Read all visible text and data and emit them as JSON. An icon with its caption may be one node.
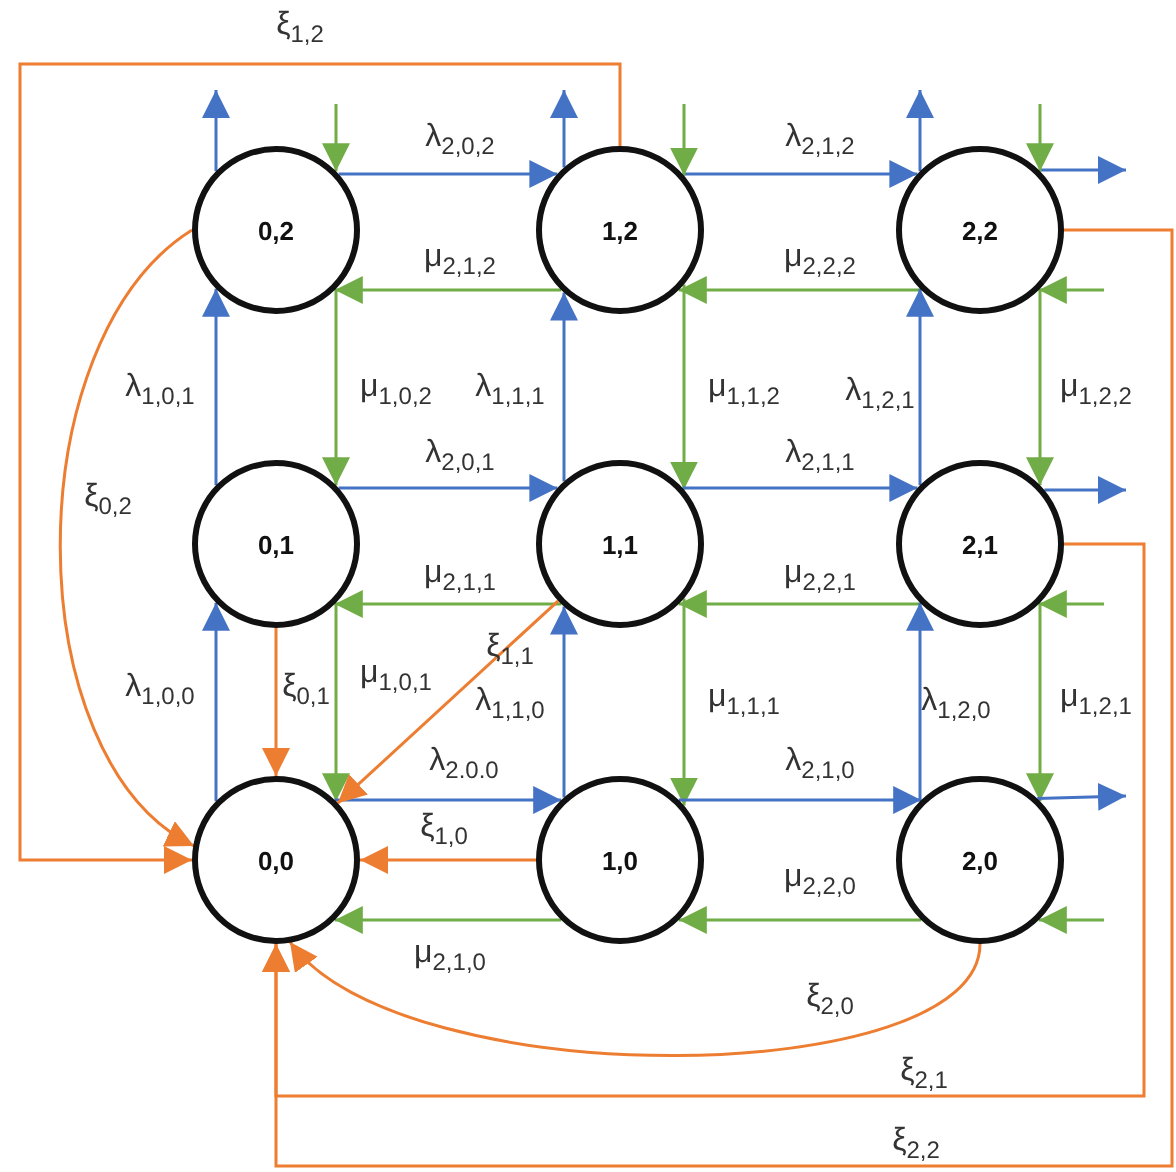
{
  "diagram": {
    "nodes": [
      {
        "text": [
          "0,2"
        ]
      },
      {
        "text": [
          "1,2"
        ]
      },
      {
        "text": [
          "2,2"
        ]
      },
      {
        "text": [
          "0,1"
        ]
      },
      {
        "text": [
          "1,1"
        ]
      },
      {
        "text": [
          "2,1"
        ]
      },
      {
        "text": [
          "0,0"
        ]
      },
      {
        "text": [
          "1,0"
        ]
      },
      {
        "text": [
          "2,0"
        ]
      }
    ],
    "edges": [
      {
        "from": 0,
        "to": 1,
        "arrow": "to",
        "label": "λ$_{2,0,2}$",
        "color": "#4472c4"
      },
      {
        "from": 1,
        "to": 0,
        "arrow": "to",
        "label": "μ$_{2,1,2}$",
        "color": "#70ad47"
      },
      {
        "from": 1,
        "to": 2,
        "arrow": "to",
        "label": "λ$_{2,1,2}$",
        "color": "#4472c4"
      },
      {
        "from": 2,
        "to": 1,
        "arrow": "to",
        "label": "μ$_{2,2,2}$",
        "color": "#70ad47"
      },
      {
        "from": 3,
        "to": 0,
        "arrow": "to",
        "label": "λ$_{1,0,1}$",
        "color": "#4472c4"
      },
      {
        "from": 0,
        "to": 3,
        "arrow": "to",
        "label": "μ$_{1,0,2}$",
        "color": "#70ad47"
      },
      {
        "from": 4,
        "to": 1,
        "arrow": "to",
        "label": "λ$_{1,1,1}$",
        "color": "#4472c4"
      },
      {
        "from": 1,
        "to": 4,
        "arrow": "to",
        "label": "μ$_{1,1,2}$",
        "color": "#70ad47"
      },
      {
        "from": 5,
        "to": 2,
        "arrow": "to",
        "label": "λ$_{1,2,1}$",
        "color": "#4472c4"
      },
      {
        "from": 2,
        "to": 5,
        "arrow": "to",
        "label": "μ$_{1,2,2}$",
        "color": "#70ad47"
      },
      {
        "from": 3,
        "to": 4,
        "arrow": "to",
        "label": "λ$_{2,0,1}$",
        "color": "#4472c4"
      },
      {
        "from": 4,
        "to": 3,
        "arrow": "to",
        "label": "μ$_{2,1,1}$",
        "color": "#70ad47"
      },
      {
        "from": 4,
        "to": 5,
        "arrow": "to",
        "label": "λ$_{2,1,1}$",
        "color": "#4472c4"
      },
      {
        "from": 5,
        "to": 4,
        "arrow": "to",
        "label": "μ$_{2,2,1}$",
        "color": "#70ad47"
      },
      {
        "from": 6,
        "to": 3,
        "arrow": "to",
        "label": "λ$_{1,0,0}$",
        "color": "#4472c4"
      },
      {
        "from": 3,
        "to": 6,
        "arrow": "to",
        "label": "μ$_{1,0,1}$",
        "color": "#70ad47"
      },
      {
        "from": 7,
        "to": 4,
        "arrow": "to",
        "label": "λ$_{1,1,0}$",
        "color": "#4472c4"
      },
      {
        "from": 4,
        "to": 7,
        "arrow": "to",
        "label": "μ$_{1,1,1}$",
        "color": "#70ad47"
      },
      {
        "from": 8,
        "to": 5,
        "arrow": "to",
        "label": "λ$_{1,2,0}$",
        "color": "#4472c4"
      },
      {
        "from": 5,
        "to": 8,
        "arrow": "to",
        "label": "μ$_{1,2,1}$",
        "color": "#70ad47"
      },
      {
        "from": 6,
        "to": 7,
        "arrow": "to",
        "label": "λ$_{2.0.0}$",
        "color": "#4472c4"
      },
      {
        "from": 7,
        "to": 6,
        "arrow": "to",
        "label": "μ$_{2,1,0}$",
        "color": "#70ad47"
      },
      {
        "from": 7,
        "to": 8,
        "arrow": "to",
        "label": "λ$_{2,1,0}$",
        "color": "#4472c4"
      },
      {
        "from": 8,
        "to": 7,
        "arrow": "to",
        "label": "μ$_{2,2,0}$",
        "color": "#70ad47"
      },
      {
        "from": 3,
        "to": 6,
        "arrow": "to",
        "label": "ξ$_{0,1}$",
        "color": "#ed7d31"
      },
      {
        "from": 4,
        "to": 6,
        "arrow": "to",
        "label": "ξ$_{1,1}$",
        "color": "#ed7d31"
      },
      {
        "from": 7,
        "to": 6,
        "arrow": "to",
        "label": "ξ$_{1,0}$",
        "color": "#ed7d31"
      },
      {
        "from": 0,
        "to": 6,
        "arrow": "to",
        "label": "ξ$_{0,2}$",
        "color": "#ed7d31"
      },
      {
        "from": 1,
        "to": 6,
        "arrow": "to",
        "label": "ξ$_{1,2}$",
        "color": "#ed7d31"
      },
      {
        "from": 8,
        "to": 6,
        "arrow": "to",
        "label": "ξ$_{2,0}$",
        "color": "#ed7d31"
      },
      {
        "from": 5,
        "to": 6,
        "arrow": "to",
        "label": "ξ$_{2,1}$",
        "color": "#ed7d31"
      },
      {
        "from": 2,
        "to": 6,
        "arrow": "to",
        "label": "ξ$_{2,2}$",
        "color": "#ed7d31"
      },
      {
        "from": 0,
        "to": null,
        "arrow": "to",
        "color": "#4472c4"
      },
      {
        "from": 1,
        "to": null,
        "arrow": "to",
        "color": "#4472c4"
      },
      {
        "from": 2,
        "to": null,
        "arrow": "to",
        "color": "#4472c4"
      },
      {
        "from": 2,
        "to": null,
        "arrow": "to",
        "color": "#4472c4"
      },
      {
        "from": 5,
        "to": null,
        "arrow": "to",
        "color": "#4472c4"
      },
      {
        "from": 8,
        "to": null,
        "arrow": "to",
        "color": "#4472c4"
      },
      {
        "from": null,
        "to": 0,
        "arrow": "to",
        "color": "#70ad47"
      },
      {
        "from": null,
        "to": 1,
        "arrow": "to",
        "color": "#70ad47"
      },
      {
        "from": null,
        "to": 2,
        "arrow": "to",
        "color": "#70ad47"
      },
      {
        "from": null,
        "to": 2,
        "arrow": "to",
        "color": "#70ad47"
      },
      {
        "from": null,
        "to": 5,
        "arrow": "to",
        "color": "#70ad47"
      },
      {
        "from": null,
        "to": 8,
        "arrow": "to",
        "color": "#70ad47"
      }
    ]
  }
}
